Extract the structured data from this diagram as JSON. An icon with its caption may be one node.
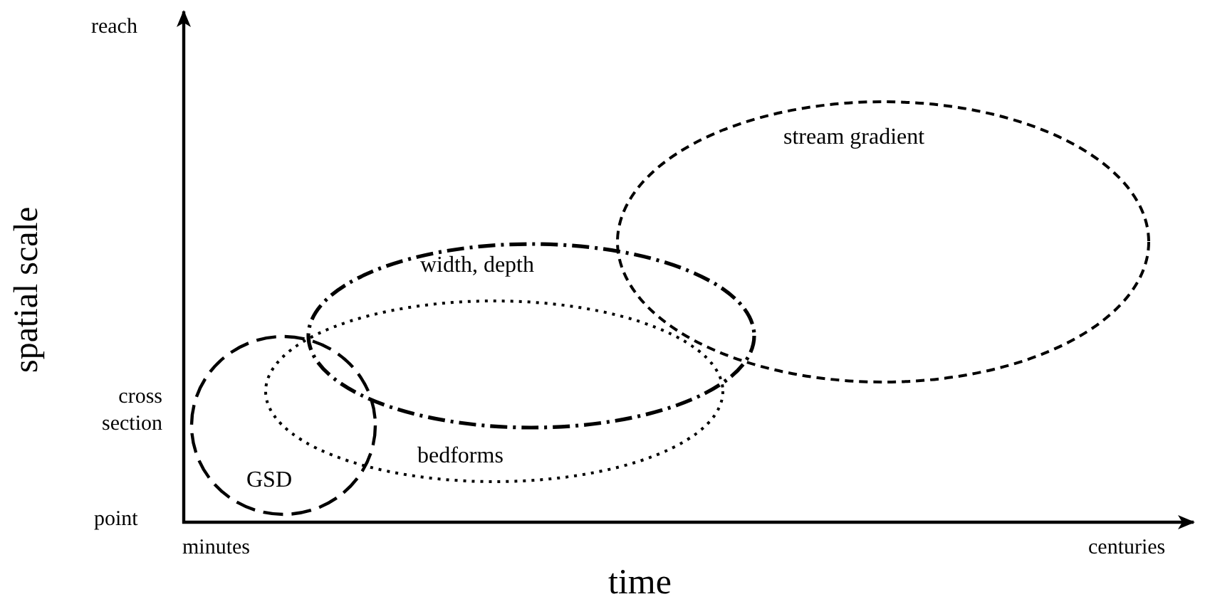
{
  "diagram": {
    "nodes": [
      {
        "text": [
          "stream gradient"
        ]
      },
      {
        "text": [
          "width, depth"
        ]
      },
      {
        "text": [
          "bedforms"
        ]
      },
      {
        "text": [
          "GSD"
        ]
      }
    ],
    "labels": [
      "reach",
      "spatial scale",
      "cross section",
      "point",
      "minutes",
      "centuries",
      "time"
    ]
  }
}
